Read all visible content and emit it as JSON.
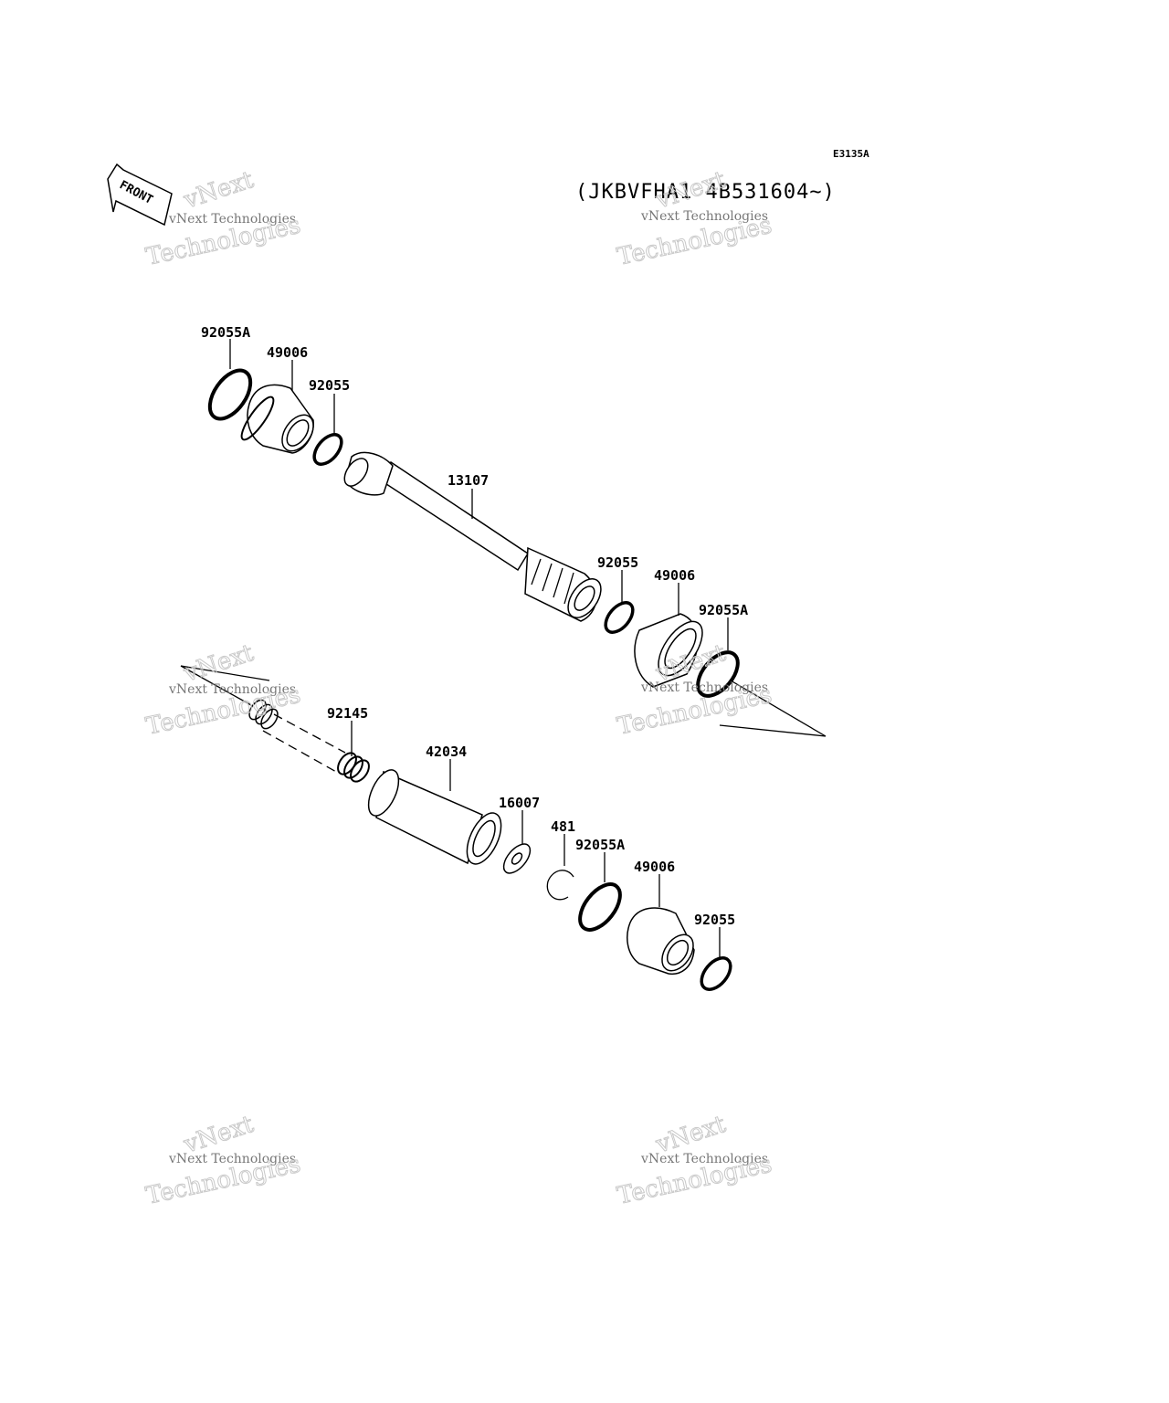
{
  "diagram": {
    "code": "E3135A",
    "serial": "(JKBVFHA1 4B531604~)",
    "front_label": "FRONT",
    "watermark": {
      "line1": "vNext Technologies",
      "line2": "Technologies",
      "line3": "vNext"
    },
    "parts": [
      {
        "id": "p1",
        "number": "92055A"
      },
      {
        "id": "p2",
        "number": "49006"
      },
      {
        "id": "p3",
        "number": "92055"
      },
      {
        "id": "p4",
        "number": "13107"
      },
      {
        "id": "p5",
        "number": "92055"
      },
      {
        "id": "p6",
        "number": "49006"
      },
      {
        "id": "p7",
        "number": "92055A"
      },
      {
        "id": "p8",
        "number": "92145"
      },
      {
        "id": "p9",
        "number": "42034"
      },
      {
        "id": "p10",
        "number": "16007"
      },
      {
        "id": "p11",
        "number": "481"
      },
      {
        "id": "p12",
        "number": "92055A"
      },
      {
        "id": "p13",
        "number": "49006"
      },
      {
        "id": "p14",
        "number": "92055"
      }
    ]
  }
}
